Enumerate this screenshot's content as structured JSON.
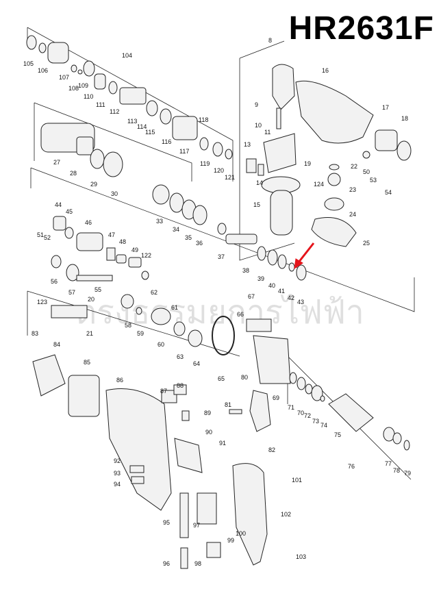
{
  "title": "HR2631F",
  "watermark": "ตรงธรรมยการไฟฟ้า",
  "parts": [
    {
      "id": "105"
    },
    {
      "id": "106"
    },
    {
      "id": "107"
    },
    {
      "id": "108"
    },
    {
      "id": "109"
    },
    {
      "id": "104"
    },
    {
      "id": "110"
    },
    {
      "id": "111"
    },
    {
      "id": "112"
    },
    {
      "id": "113"
    },
    {
      "id": "114"
    },
    {
      "id": "115"
    },
    {
      "id": "116"
    },
    {
      "id": "117"
    },
    {
      "id": "118"
    },
    {
      "id": "119"
    },
    {
      "id": "120"
    },
    {
      "id": "121"
    },
    {
      "id": "8"
    },
    {
      "id": "9"
    },
    {
      "id": "10"
    },
    {
      "id": "11"
    },
    {
      "id": "13"
    },
    {
      "id": "14"
    },
    {
      "id": "15"
    },
    {
      "id": "16"
    },
    {
      "id": "17"
    },
    {
      "id": "18"
    },
    {
      "id": "19"
    },
    {
      "id": "22"
    },
    {
      "id": "50"
    },
    {
      "id": "53"
    },
    {
      "id": "54"
    },
    {
      "id": "124"
    },
    {
      "id": "23"
    },
    {
      "id": "24"
    },
    {
      "id": "25"
    },
    {
      "id": "27"
    },
    {
      "id": "28"
    },
    {
      "id": "29"
    },
    {
      "id": "30"
    },
    {
      "id": "33"
    },
    {
      "id": "34"
    },
    {
      "id": "35"
    },
    {
      "id": "36"
    },
    {
      "id": "37"
    },
    {
      "id": "38"
    },
    {
      "id": "39"
    },
    {
      "id": "40"
    },
    {
      "id": "41"
    },
    {
      "id": "42"
    },
    {
      "id": "43"
    },
    {
      "id": "44"
    },
    {
      "id": "45"
    },
    {
      "id": "46"
    },
    {
      "id": "47"
    },
    {
      "id": "48"
    },
    {
      "id": "49"
    },
    {
      "id": "122"
    },
    {
      "id": "51"
    },
    {
      "id": "52"
    },
    {
      "id": "56"
    },
    {
      "id": "57"
    },
    {
      "id": "55"
    },
    {
      "id": "58"
    },
    {
      "id": "59"
    },
    {
      "id": "62"
    },
    {
      "id": "61"
    },
    {
      "id": "60"
    },
    {
      "id": "63"
    },
    {
      "id": "64"
    },
    {
      "id": "67"
    },
    {
      "id": "66"
    },
    {
      "id": "123"
    },
    {
      "id": "20"
    },
    {
      "id": "21"
    },
    {
      "id": "83"
    },
    {
      "id": "84"
    },
    {
      "id": "85"
    },
    {
      "id": "86"
    },
    {
      "id": "87"
    },
    {
      "id": "88"
    },
    {
      "id": "89"
    },
    {
      "id": "90"
    },
    {
      "id": "91"
    },
    {
      "id": "92"
    },
    {
      "id": "93"
    },
    {
      "id": "94"
    },
    {
      "id": "95"
    },
    {
      "id": "96"
    },
    {
      "id": "97"
    },
    {
      "id": "98"
    },
    {
      "id": "99"
    },
    {
      "id": "100"
    },
    {
      "id": "101"
    },
    {
      "id": "102"
    },
    {
      "id": "103"
    },
    {
      "id": "65"
    },
    {
      "id": "80"
    },
    {
      "id": "81"
    },
    {
      "id": "82"
    },
    {
      "id": "69"
    },
    {
      "id": "71"
    },
    {
      "id": "70"
    },
    {
      "id": "72"
    },
    {
      "id": "73"
    },
    {
      "id": "74"
    },
    {
      "id": "75"
    },
    {
      "id": "76"
    },
    {
      "id": "77"
    },
    {
      "id": "78"
    },
    {
      "id": "79"
    }
  ],
  "colors": {
    "line": "#222222",
    "highlight": "#e5141b",
    "fill": "#f2f2f2",
    "dark": "#555555"
  }
}
